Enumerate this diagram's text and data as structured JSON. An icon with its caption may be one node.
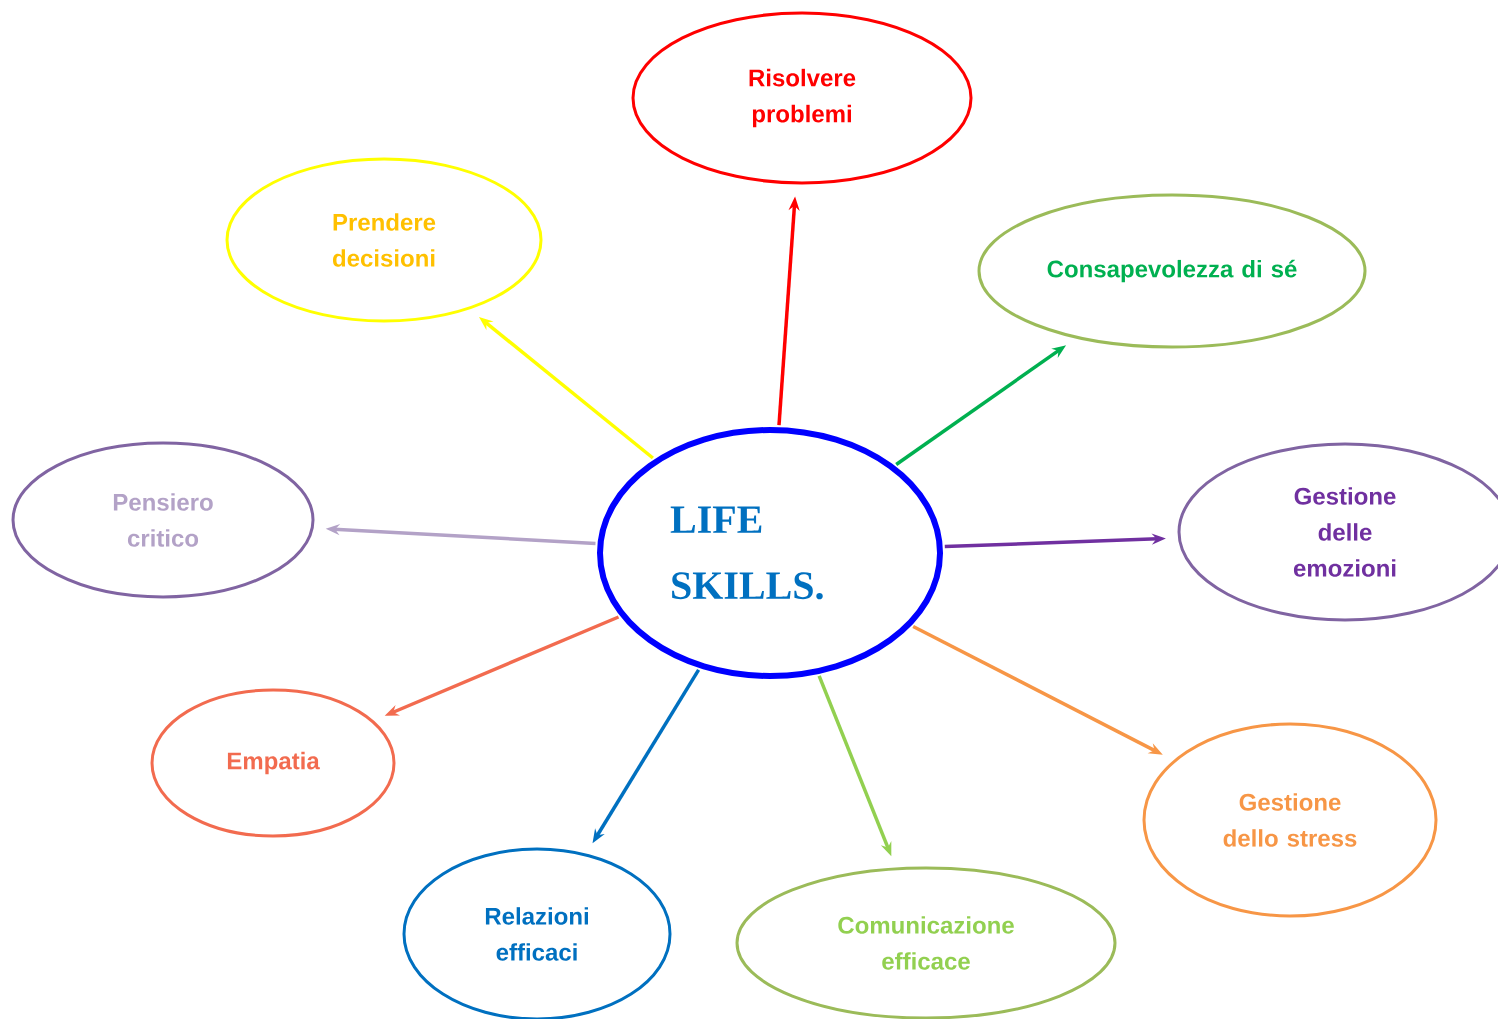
{
  "diagram": {
    "nodes": [
      {
        "text": [
          "LIFE SKILLS."
        ]
      },
      {
        "text": [
          "Risolvere problemi"
        ]
      },
      {
        "text": [
          "Prendere decisioni"
        ]
      },
      {
        "text": [
          "Consapevolezza di sé"
        ]
      },
      {
        "text": [
          "Pensiero critico"
        ]
      },
      {
        "text": [
          "Gestione delle emozioni"
        ]
      },
      {
        "text": [
          "Empatia"
        ]
      },
      {
        "text": [
          "Gestione dello stress"
        ]
      },
      {
        "text": [
          "Relazioni efficaci"
        ]
      },
      {
        "text": [
          "Comunicazione efficace"
        ]
      }
    ],
    "edges": [
      {
        "from": 0,
        "to": 1,
        "arrow": "to",
        "color": "#ff0000"
      },
      {
        "from": 0,
        "to": 2,
        "arrow": "to",
        "color": "#ffff00"
      },
      {
        "from": 0,
        "to": 3,
        "arrow": "to",
        "color": "#00b050"
      },
      {
        "from": 0,
        "to": 4,
        "arrow": "to",
        "color": "#b3a2c7"
      },
      {
        "from": 0,
        "to": 5,
        "arrow": "to",
        "color": "#7030a0"
      },
      {
        "from": 0,
        "to": 6,
        "arrow": "to",
        "color": "#f26b4f"
      },
      {
        "from": 0,
        "to": 7,
        "arrow": "to",
        "color": "#f79646"
      },
      {
        "from": 0,
        "to": 8,
        "arrow": "to",
        "color": "#0070c0"
      },
      {
        "from": 0,
        "to": 9,
        "arrow": "to",
        "color": "#92d050"
      }
    ]
  }
}
